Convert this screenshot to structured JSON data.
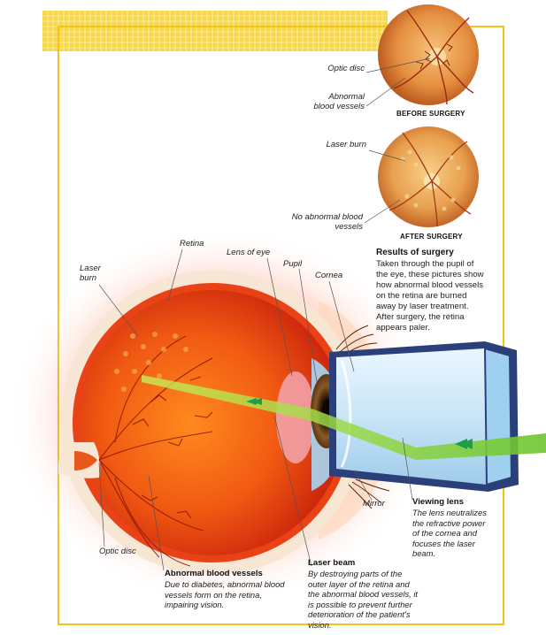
{
  "fundus": {
    "before": {
      "caption": "BEFORE SURGERY",
      "label_optic_disc": "Optic disc",
      "label_abnormal_vessels": "Abnormal blood vessels"
    },
    "after": {
      "caption": "AFTER SURGERY",
      "label_laser_burn": "Laser burn",
      "label_no_abnormal": "No abnormal blood vessels"
    }
  },
  "results": {
    "heading": "Results of surgery",
    "text": "Taken through the pupil of the eye, these pictures show how abnormal blood vessels on the retina are burned away by laser treatment. After surgery, the retina appears paler."
  },
  "eye_labels": {
    "retina": "Retina",
    "laser_burn": "Laser burn",
    "lens_of_eye": "Lens of eye",
    "pupil": "Pupil",
    "cornea": "Cornea",
    "mirror": "Mirror",
    "optic_disc": "Optic disc"
  },
  "viewing_lens": {
    "heading": "Viewing lens",
    "text": "The lens neutralizes the refractive power of the cornea and focuses the laser beam."
  },
  "abnormal_vessels": {
    "heading": "Abnormal blood vessels",
    "text": "Due to diabetes, abnormal blood vessels form on the retina, impairing vision."
  },
  "laser_beam": {
    "heading": "Laser beam",
    "text": "By destroying parts of the outer layer of the retina and the abnormal blood vessels, it is possible to prevent further deterioration of the patient’s vision."
  },
  "colors": {
    "frame": "#f2c21b",
    "retina_red": "#e03a12",
    "laser_green": "#8fd23a",
    "lens_blue": "#cfe8f8"
  }
}
